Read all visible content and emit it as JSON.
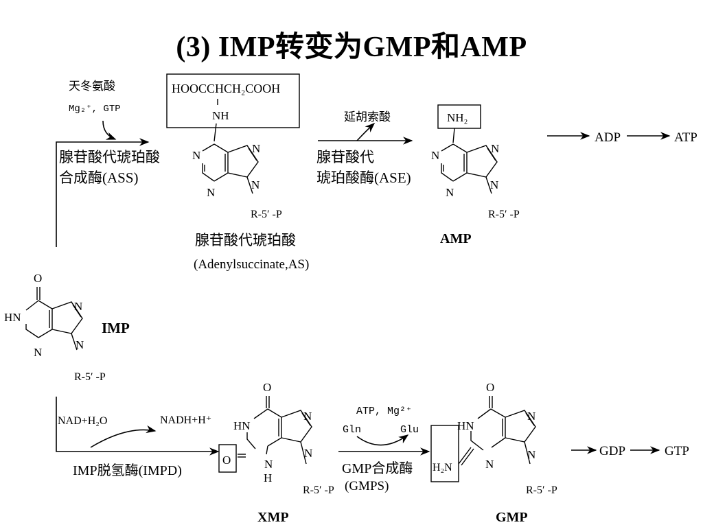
{
  "title": "(3) IMP转变为GMP和AMP",
  "colors": {
    "ink": "#000000",
    "background": "#ffffff"
  },
  "adenine_branch": {
    "substrate": "天冬氨酸",
    "cofactor": "Mg₂⁺, GTP",
    "enzyme1_line1": "腺苷酸代琥珀酸",
    "enzyme1_line2": "合成酶(ASS)",
    "as_side_chain": "HOOCCHCH₂COOH",
    "as_nh": "NH",
    "as_name_cn": "腺苷酸代琥珀酸",
    "as_name_en": "(Adenylsuccinate,AS)",
    "product2": "延胡索酸",
    "enzyme2_line1": "腺苷酸代",
    "enzyme2_line2": "琥珀酸酶(ASE)",
    "amp_group": "NH₂",
    "amp_label": "AMP",
    "next1": "ADP",
    "next2": "ATP"
  },
  "imp": {
    "label": "IMP"
  },
  "guanine_branch": {
    "reactants": "NAD+H₂O",
    "products": "NADH+H⁺",
    "enzyme1": "IMP脱氢酶(IMPD)",
    "xmp_group": "O",
    "xmp_label": "XMP",
    "cofactor": "ATP, Mg²⁺",
    "gln": "Gln",
    "glu": "Glu",
    "enzyme2_line1": "GMP合成酶",
    "enzyme2_line2": "(GMPS)",
    "gmp_group": "H₂N",
    "gmp_label": "GMP",
    "next1": "GDP",
    "next2": "GTP"
  },
  "ring_atoms": {
    "n": "N",
    "o": "O",
    "hn": "HN",
    "h": "H",
    "r5p": "R-5′ -P"
  }
}
